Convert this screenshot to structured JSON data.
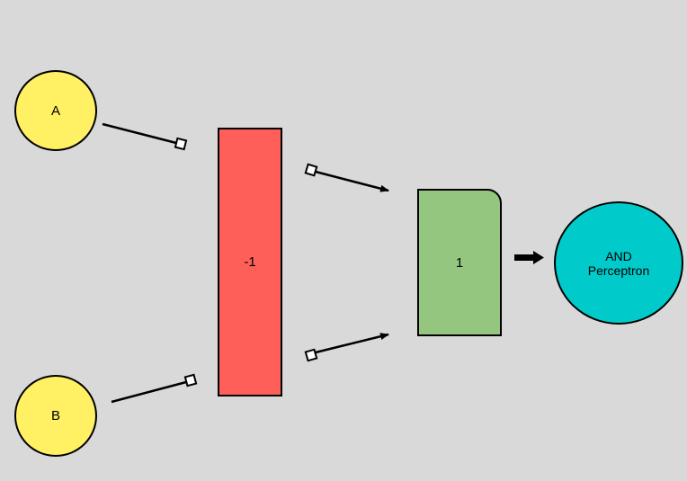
{
  "diagram": {
    "input_a": {
      "label": "A"
    },
    "input_b": {
      "label": "B"
    },
    "inhibitory_block": {
      "label": "-1"
    },
    "excitatory_block": {
      "label": "1"
    },
    "output": {
      "label_line1": "AND",
      "label_line2": "Perceptron"
    },
    "colors": {
      "background": "#d9d9d9",
      "input_fill": "#fff064",
      "inhibitory_fill": "#ff5f59",
      "excitatory_fill": "#95c67f",
      "output_fill": "#00cbca",
      "stroke": "#000000"
    }
  }
}
